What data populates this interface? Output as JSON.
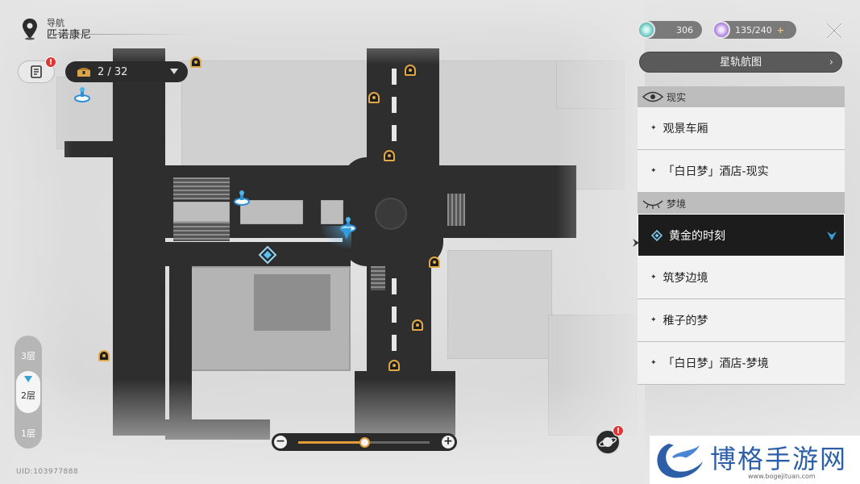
{
  "nav": {
    "title": "导航",
    "location": "匹诺康尼"
  },
  "log_button": {
    "icon": "journal-icon",
    "alert": "!"
  },
  "chest_counter": {
    "icon": "treasure-chest-icon",
    "text": "2 / 32"
  },
  "currency": {
    "stellar_jade": {
      "icon": "stellar-jade-icon",
      "value": "306"
    },
    "trailblaze_power": {
      "icon": "trailblaze-power-icon",
      "value": "135/240",
      "add": "+"
    }
  },
  "panel": {
    "star_rail_map": "星轨航图",
    "sections": [
      {
        "name": "现实",
        "icon": "eye-icon",
        "items": [
          {
            "label": "观景车厢"
          },
          {
            "label": "「白日梦」酒店-现实"
          }
        ]
      },
      {
        "name": "梦境",
        "icon": "closed-eye-icon",
        "items": [
          {
            "label": "黄金的时刻",
            "active": true
          },
          {
            "label": "筑梦边境"
          },
          {
            "label": "稚子的梦"
          },
          {
            "label": "「白日梦」酒店-梦境"
          }
        ]
      }
    ]
  },
  "floors": {
    "items": [
      "3层",
      "2层",
      "1层"
    ],
    "selected": "2层"
  },
  "zoom": {
    "minus": "−",
    "plus": "+",
    "level": 0.5
  },
  "uid": "UID:103977888",
  "mission_alert": "!",
  "watermark": {
    "title": "博格手游网",
    "url": "www.bogejituan.com"
  },
  "colors": {
    "accent_orange": "#e39b3a",
    "accent_blue": "#3aa0d8",
    "active_bg": "#1c1c1c",
    "alert_red": "#e03535"
  }
}
